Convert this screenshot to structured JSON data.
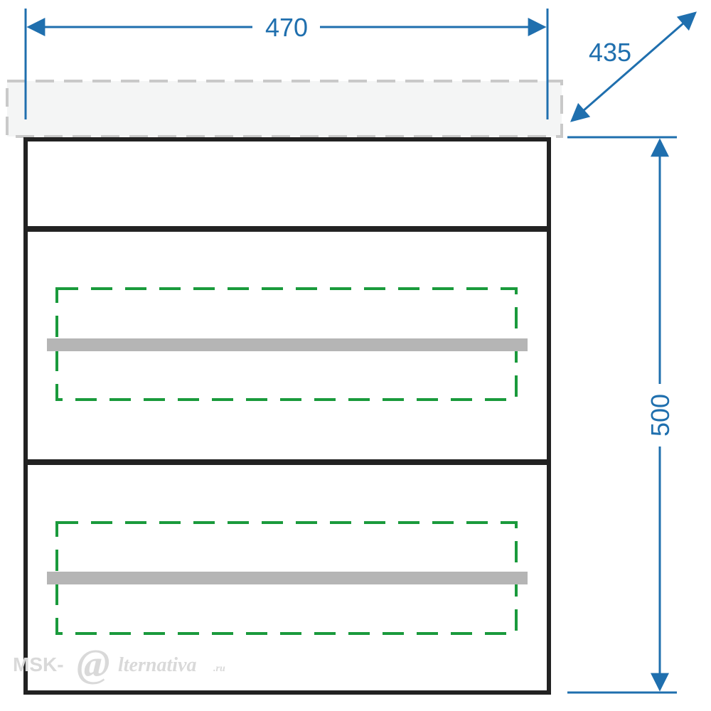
{
  "dimensions": {
    "width_label": "470",
    "depth_label": "435",
    "height_label": "500"
  },
  "watermark": {
    "prefix": "MSK-",
    "at_symbol": "@",
    "suffix": "lternativa",
    "tld": ".ru"
  },
  "colors": {
    "dimension": "#1f6fae",
    "outline": "#222222",
    "drawer_dash": "#1a9a3c",
    "handle": "#b5b5b5",
    "sink_fill": "#f4f5f5",
    "sink_dash": "#c9c9c9",
    "watermark": "#d9d9d9"
  }
}
